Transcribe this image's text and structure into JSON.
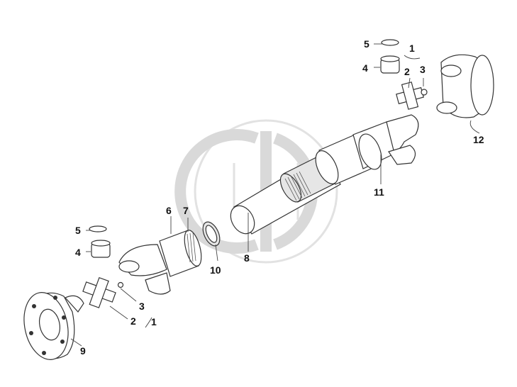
{
  "callouts": [
    {
      "id": "c1-top",
      "label": "1"
    },
    {
      "id": "c2-top",
      "label": "2"
    },
    {
      "id": "c3-top",
      "label": "3"
    },
    {
      "id": "c4-top",
      "label": "4"
    },
    {
      "id": "c5-top",
      "label": "5"
    },
    {
      "id": "c12",
      "label": "12"
    },
    {
      "id": "c11",
      "label": "11"
    },
    {
      "id": "c8",
      "label": "8"
    },
    {
      "id": "c10",
      "label": "10"
    },
    {
      "id": "c6",
      "label": "6"
    },
    {
      "id": "c7",
      "label": "7"
    },
    {
      "id": "c5-bottom",
      "label": "5"
    },
    {
      "id": "c4-bottom",
      "label": "4"
    },
    {
      "id": "c3-bottom",
      "label": "3"
    },
    {
      "id": "c2-bottom",
      "label": "2"
    },
    {
      "id": "c1-bottom",
      "label": "1"
    },
    {
      "id": "c9",
      "label": "9"
    }
  ],
  "colors": {
    "line": "#333333",
    "watermark": "#d9d9d9",
    "background": "#ffffff"
  }
}
